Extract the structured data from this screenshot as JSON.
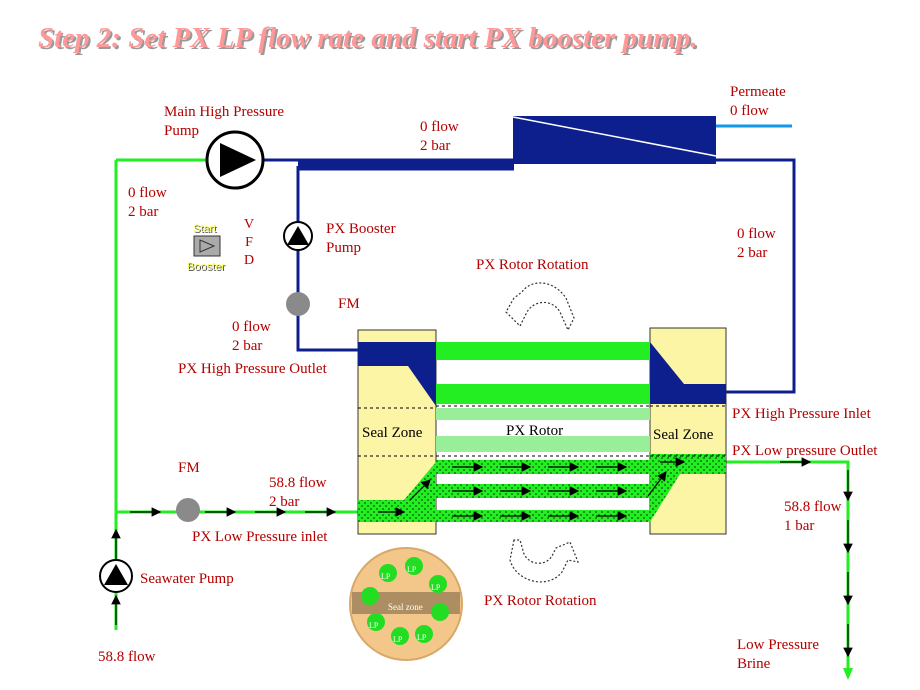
{
  "title": "Step 2: Set PX LP flow rate and start PX booster pump.",
  "labels": {
    "main_pump": [
      "Main High Pressure",
      "Pump"
    ],
    "permeate": [
      "Permeate",
      "0 flow"
    ],
    "membrane_in": [
      "0 flow",
      "2 bar"
    ],
    "left_line": [
      "0 flow",
      "2 bar"
    ],
    "right_line": [
      "0 flow",
      "2 bar"
    ],
    "booster_line": [
      "0 flow",
      "2 bar"
    ],
    "booster_pump": [
      "PX Booster",
      "Pump"
    ],
    "vfd": [
      "V",
      "F",
      "D"
    ],
    "start_btn": [
      "Start",
      "Booster"
    ],
    "fm_top": "FM",
    "fm_bottom": "FM",
    "rotor_rot_top": "PX Rotor Rotation",
    "rotor_rot_bottom": "PX Rotor Rotation",
    "hp_outlet": "PX High Pressure Outlet",
    "hp_inlet": "PX High Pressure Inlet",
    "lp_outlet": "PX Low pressure Outlet",
    "lp_inlet": "PX Low Pressure inlet",
    "seal_left": "Seal Zone",
    "seal_right": "Seal Zone",
    "rotor": "PX Rotor",
    "lp_inlet_flow": [
      "58.8 flow",
      "2 bar"
    ],
    "lp_outlet_flow": [
      "58.8 flow",
      "1 bar"
    ],
    "seawater_pump": "Seawater Pump",
    "seawater_flow": "58.8 flow",
    "brine": [
      "Low Pressure",
      "Brine"
    ],
    "seal_zone_small": "Seal zone",
    "lp_ports": [
      "LP",
      "LP",
      "LP",
      "LP",
      "LP",
      "LP"
    ]
  },
  "colors": {
    "hp_pipe": "#0d1f8c",
    "lp_pipe": "#22ee22",
    "permeate": "#1199ee",
    "seal": "#fdf5a6",
    "label": "#b30000"
  }
}
